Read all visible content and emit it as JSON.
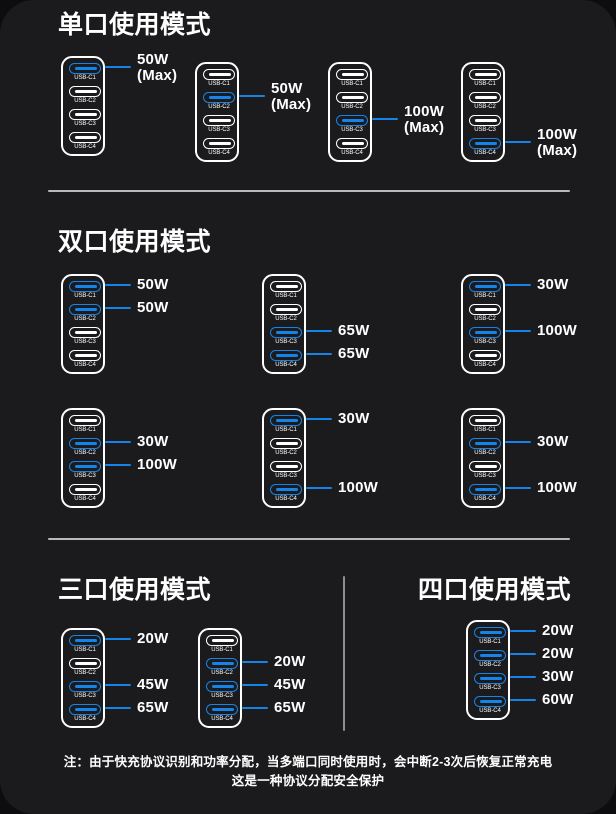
{
  "theme": {
    "page_background": "#0d0d10",
    "card_background": "#1b1b1d",
    "accent_blue": "#1683e8",
    "text_white": "#ffffff",
    "divider": "#b9b9b9"
  },
  "port_labels": [
    "USB-C1",
    "USB-C2",
    "USB-C3",
    "USB-C4"
  ],
  "sections": [
    {
      "id": "single-port",
      "title": "单口使用模式",
      "diagrams": [
        {
          "id": "single-1",
          "active": [
            1
          ],
          "labels": [
            "50W\n(Max)"
          ]
        },
        {
          "id": "single-2",
          "active": [
            2
          ],
          "labels": [
            "50W\n(Max)"
          ]
        },
        {
          "id": "single-3",
          "active": [
            3
          ],
          "labels": [
            "100W\n(Max)"
          ]
        },
        {
          "id": "single-4",
          "active": [
            4
          ],
          "labels": [
            "100W\n(Max)"
          ]
        }
      ]
    },
    {
      "id": "dual-port",
      "title": "双口使用模式",
      "diagrams": [
        {
          "id": "dual-1",
          "active": [
            1,
            2
          ],
          "labels": [
            "50W",
            "50W"
          ]
        },
        {
          "id": "dual-2",
          "active": [
            3,
            4
          ],
          "labels": [
            "65W",
            "65W"
          ]
        },
        {
          "id": "dual-3",
          "active": [
            1,
            3
          ],
          "labels": [
            "30W",
            "100W"
          ]
        },
        {
          "id": "dual-4",
          "active": [
            2,
            3
          ],
          "labels": [
            "30W",
            "100W"
          ]
        },
        {
          "id": "dual-5",
          "active": [
            1,
            4
          ],
          "labels": [
            "30W",
            "100W"
          ]
        },
        {
          "id": "dual-6",
          "active": [
            2,
            4
          ],
          "labels": [
            "30W",
            "100W"
          ]
        }
      ]
    },
    {
      "id": "triple-port",
      "title": "三口使用模式",
      "diagrams": [
        {
          "id": "triple-1",
          "active": [
            1,
            3,
            4
          ],
          "labels": [
            "20W",
            "45W",
            "65W"
          ]
        },
        {
          "id": "triple-2",
          "active": [
            2,
            3,
            4
          ],
          "labels": [
            "20W",
            "45W",
            "65W"
          ]
        }
      ]
    },
    {
      "id": "quad-port",
      "title": "四口使用模式",
      "diagrams": [
        {
          "id": "quad-1",
          "active": [
            1,
            2,
            3,
            4
          ],
          "labels": [
            "20W",
            "20W",
            "30W",
            "60W"
          ]
        }
      ]
    }
  ],
  "footnote": {
    "line1": "注：由于快充协议识别和功率分配，当多端口同时使用时，会中断2-3次后恢复正常充电",
    "line2": "这是一种协议分配安全保护"
  }
}
